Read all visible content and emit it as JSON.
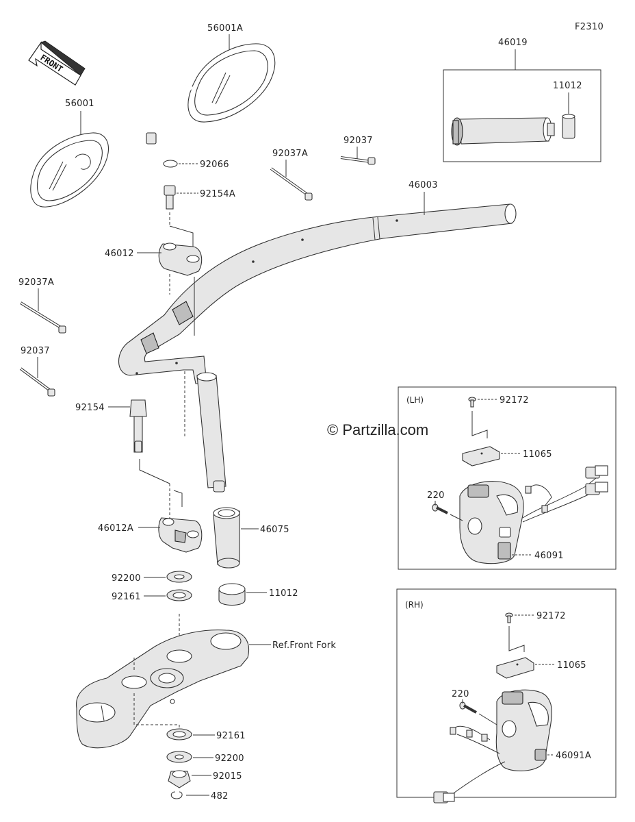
{
  "figure_code": "F2310",
  "watermark": "© Partzilla.com",
  "front_label": "FRONT",
  "boxes": {
    "grip_kit": {
      "part": "46019",
      "inner_part": "11012"
    },
    "left_switch": {
      "side": "(LH)"
    },
    "right_switch": {
      "side": "(RH)"
    }
  },
  "labels": {
    "p56001A": "56001A",
    "p56001": "56001",
    "p92066": "92066",
    "p92154A": "92154A",
    "p92037A_top": "92037A",
    "p92037_top": "92037",
    "p46003": "46003",
    "p46012": "46012",
    "p92037A_left": "92037A",
    "p92037_left": "92037",
    "p92154": "92154",
    "p46012A": "46012A",
    "p46075": "46075",
    "p92200_top": "92200",
    "p92161_top": "92161",
    "p11012_lower": "11012",
    "ref_front_fork": "Ref.Front Fork",
    "p92161_bot": "92161",
    "p92200_bot": "92200",
    "p92015": "92015",
    "p482": "482",
    "lh_92172": "92172",
    "lh_11065": "11065",
    "lh_220": "220",
    "lh_46091": "46091",
    "rh_92172": "92172",
    "rh_11065": "11065",
    "rh_220": "220",
    "rh_46091A": "46091A"
  }
}
